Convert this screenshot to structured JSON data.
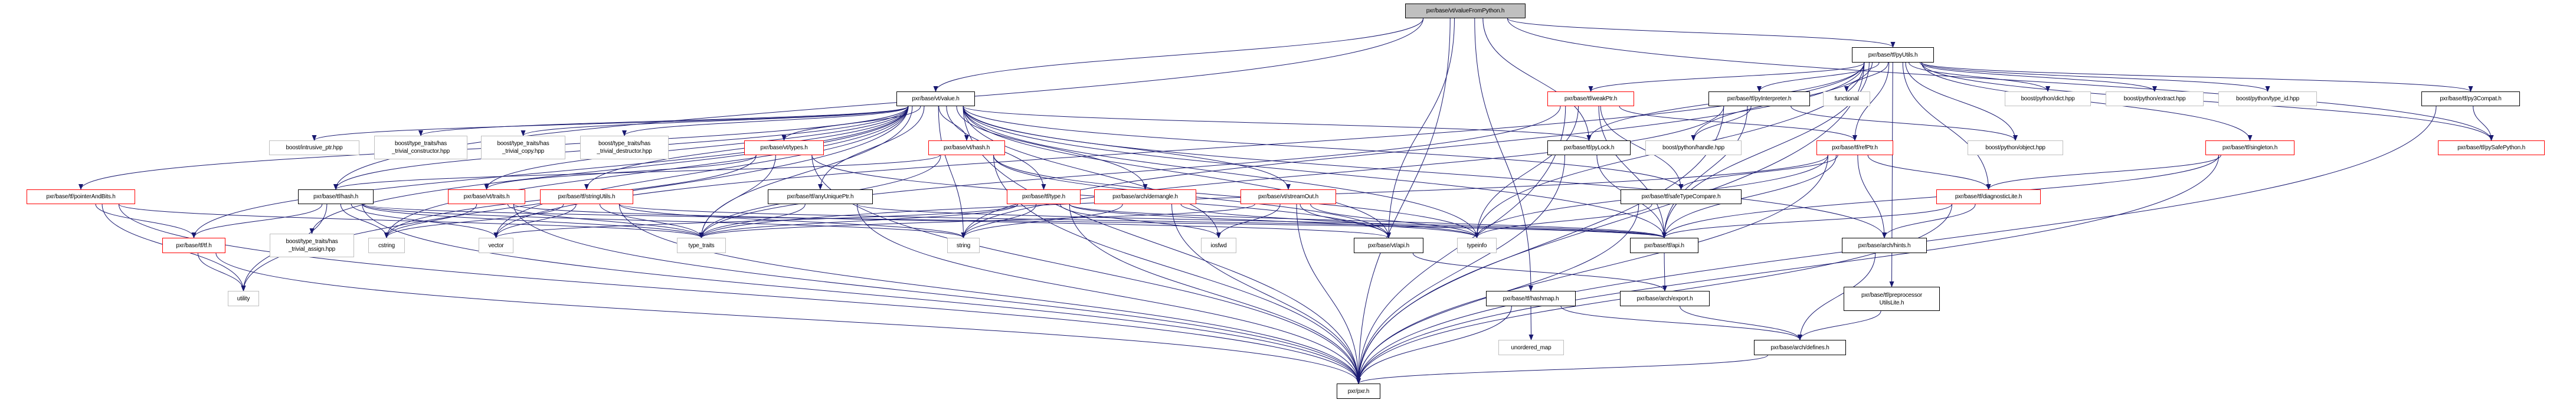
{
  "graph": {
    "edge_color": "#191970",
    "nodes": [
      {
        "id": "root",
        "label": "pxr/base/vt/valueFromPython.h",
        "style": "root"
      },
      {
        "id": "value",
        "label": "pxr/base/vt/value.h",
        "style": "black"
      },
      {
        "id": "pyUtils",
        "label": "pxr/base/tf/pyUtils.h",
        "style": "black"
      },
      {
        "id": "weakPtr",
        "label": "pxr/base/tf/weakPtr.h",
        "style": "red"
      },
      {
        "id": "pyInterpreter",
        "label": "pxr/base/tf/pyInterpreter.h",
        "style": "black"
      },
      {
        "id": "functional",
        "label": "functional",
        "style": "sys"
      },
      {
        "id": "dict",
        "label": "boost/python/dict.hpp",
        "style": "sys"
      },
      {
        "id": "extract",
        "label": "boost/python/extract.hpp",
        "style": "sys"
      },
      {
        "id": "typeid",
        "label": "boost/python/type_id.hpp",
        "style": "sys"
      },
      {
        "id": "py3Compat",
        "label": "pxr/base/tf/py3Compat.h",
        "style": "black"
      },
      {
        "id": "intrusive",
        "label": "boost/intrusive_ptr.hpp",
        "style": "sys"
      },
      {
        "id": "htctor",
        "label": "boost/type_traits/has\n_trivial_constructor.hpp",
        "style": "sys"
      },
      {
        "id": "htcopy",
        "label": "boost/type_traits/has\n_trivial_copy.hpp",
        "style": "sys"
      },
      {
        "id": "htdtor",
        "label": "boost/type_traits/has\n_trivial_destructor.hpp",
        "style": "sys"
      },
      {
        "id": "vtTypes",
        "label": "pxr/base/vt/types.h",
        "style": "red"
      },
      {
        "id": "vtHash",
        "label": "pxr/base/vt/hash.h",
        "style": "red"
      },
      {
        "id": "pyLock",
        "label": "pxr/base/tf/pyLock.h",
        "style": "black"
      },
      {
        "id": "handle",
        "label": "boost/python/handle.hpp",
        "style": "sys"
      },
      {
        "id": "refPtr",
        "label": "pxr/base/tf/refPtr.h",
        "style": "red"
      },
      {
        "id": "object",
        "label": "boost/python/object.hpp",
        "style": "sys"
      },
      {
        "id": "singleton",
        "label": "pxr/base/tf/singleton.h",
        "style": "red"
      },
      {
        "id": "pySafePython",
        "label": "pxr/base/tf/pySafePython.h",
        "style": "red"
      },
      {
        "id": "pointerAndBits",
        "label": "pxr/base/tf/pointerAndBits.h",
        "style": "red"
      },
      {
        "id": "tfHash",
        "label": "pxr/base/tf/hash.h",
        "style": "black"
      },
      {
        "id": "vtTraits",
        "label": "pxr/base/vt/traits.h",
        "style": "red"
      },
      {
        "id": "stringUtils",
        "label": "pxr/base/tf/stringUtils.h",
        "style": "red"
      },
      {
        "id": "anyUniquePtr",
        "label": "pxr/base/tf/anyUniquePtr.h",
        "style": "black"
      },
      {
        "id": "tfType",
        "label": "pxr/base/tf/type.h",
        "style": "red"
      },
      {
        "id": "demangle",
        "label": "pxr/base/arch/demangle.h",
        "style": "red"
      },
      {
        "id": "streamOut",
        "label": "pxr/base/vt/streamOut.h",
        "style": "red"
      },
      {
        "id": "safeTypeCompare",
        "label": "pxr/base/tf/safeTypeCompare.h",
        "style": "black"
      },
      {
        "id": "diagnosticLite",
        "label": "pxr/base/tf/diagnosticLite.h",
        "style": "red"
      },
      {
        "id": "tf",
        "label": "pxr/base/tf/tf.h",
        "style": "red"
      },
      {
        "id": "htassign",
        "label": "boost/type_traits/has\n_trivial_assign.hpp",
        "style": "sys"
      },
      {
        "id": "cstring",
        "label": "cstring",
        "style": "sys"
      },
      {
        "id": "vector",
        "label": "vector",
        "style": "sys"
      },
      {
        "id": "typeTraits",
        "label": "type_traits",
        "style": "sys"
      },
      {
        "id": "string",
        "label": "string",
        "style": "sys"
      },
      {
        "id": "iosfwd",
        "label": "iosfwd",
        "style": "sys"
      },
      {
        "id": "vtApi",
        "label": "pxr/base/vt/api.h",
        "style": "black"
      },
      {
        "id": "typeinfo",
        "label": "typeinfo",
        "style": "sys"
      },
      {
        "id": "tfApi",
        "label": "pxr/base/tf/api.h",
        "style": "black"
      },
      {
        "id": "hints",
        "label": "pxr/base/arch/hints.h",
        "style": "black"
      },
      {
        "id": "utility",
        "label": "utility",
        "style": "sys"
      },
      {
        "id": "hashmap",
        "label": "pxr/base/tf/hashmap.h",
        "style": "black"
      },
      {
        "id": "export",
        "label": "pxr/base/arch/export.h",
        "style": "black"
      },
      {
        "id": "ppUtilsLite",
        "label": "pxr/base/tf/preprocessor\nUtilsLite.h",
        "style": "black"
      },
      {
        "id": "unorderedMap",
        "label": "unordered_map",
        "style": "sys"
      },
      {
        "id": "defines",
        "label": "pxr/base/arch/defines.h",
        "style": "black"
      },
      {
        "id": "pxr",
        "label": "pxr/pxr.h",
        "style": "black"
      }
    ],
    "edges": [
      [
        "root",
        "value"
      ],
      [
        "root",
        "pyUtils"
      ],
      [
        "root",
        "tfHash"
      ],
      [
        "root",
        "pyLock"
      ],
      [
        "root",
        "hashmap"
      ],
      [
        "root",
        "pxr"
      ],
      [
        "root",
        "pySafePython"
      ],
      [
        "root",
        "vtApi"
      ],
      [
        "value",
        "intrusive"
      ],
      [
        "value",
        "htctor"
      ],
      [
        "value",
        "htcopy"
      ],
      [
        "value",
        "htdtor"
      ],
      [
        "value",
        "htassign"
      ],
      [
        "value",
        "vtTypes"
      ],
      [
        "value",
        "vtHash"
      ],
      [
        "value",
        "anyUniquePtr"
      ],
      [
        "value",
        "tfType"
      ],
      [
        "value",
        "demangle"
      ],
      [
        "value",
        "streamOut"
      ],
      [
        "value",
        "pyLock"
      ],
      [
        "value",
        "safeTypeCompare"
      ],
      [
        "value",
        "tfHash"
      ],
      [
        "value",
        "pointerAndBits"
      ],
      [
        "value",
        "tf"
      ],
      [
        "value",
        "vtTraits"
      ],
      [
        "value",
        "stringUtils"
      ],
      [
        "value",
        "typeTraits"
      ],
      [
        "value",
        "string"
      ],
      [
        "value",
        "iosfwd"
      ],
      [
        "value",
        "typeinfo"
      ],
      [
        "value",
        "vtApi"
      ],
      [
        "value",
        "tfApi"
      ],
      [
        "value",
        "pxr"
      ],
      [
        "value",
        "utility"
      ],
      [
        "value",
        "vector"
      ],
      [
        "value",
        "cstring"
      ],
      [
        "value",
        "hints"
      ],
      [
        "pyUtils",
        "functional"
      ],
      [
        "pyUtils",
        "dict"
      ],
      [
        "pyUtils",
        "extract"
      ],
      [
        "pyUtils",
        "typeid"
      ],
      [
        "pyUtils",
        "py3Compat"
      ],
      [
        "pyUtils",
        "refPtr"
      ],
      [
        "pyUtils",
        "object"
      ],
      [
        "pyUtils",
        "singleton"
      ],
      [
        "pyUtils",
        "diagnosticLite"
      ],
      [
        "pyUtils",
        "weakPtr"
      ],
      [
        "pyUtils",
        "pyInterpreter"
      ],
      [
        "pyUtils",
        "pyLock"
      ],
      [
        "pyUtils",
        "handle"
      ],
      [
        "pyUtils",
        "tfApi"
      ],
      [
        "pyUtils",
        "typeinfo"
      ],
      [
        "pyUtils",
        "string"
      ],
      [
        "pyUtils",
        "vector"
      ],
      [
        "pyUtils",
        "ppUtilsLite"
      ],
      [
        "pyUtils",
        "pxr"
      ],
      [
        "pyUtils",
        "pySafePython"
      ],
      [
        "weakPtr",
        "refPtr"
      ],
      [
        "weakPtr",
        "tfApi"
      ],
      [
        "weakPtr",
        "typeinfo"
      ],
      [
        "weakPtr",
        "typeTraits"
      ],
      [
        "weakPtr",
        "pxr"
      ],
      [
        "weakPtr",
        "safeTypeCompare"
      ],
      [
        "pyInterpreter",
        "handle"
      ],
      [
        "pyInterpreter",
        "object"
      ],
      [
        "pyInterpreter",
        "string"
      ],
      [
        "pyInterpreter",
        "tfApi"
      ],
      [
        "pyInterpreter",
        "pxr"
      ],
      [
        "refPtr",
        "diagnosticLite"
      ],
      [
        "refPtr",
        "safeTypeCompare"
      ],
      [
        "refPtr",
        "tfApi"
      ],
      [
        "refPtr",
        "hints"
      ],
      [
        "refPtr",
        "typeinfo"
      ],
      [
        "refPtr",
        "typeTraits"
      ],
      [
        "refPtr",
        "pxr"
      ],
      [
        "py3Compat",
        "pySafePython"
      ],
      [
        "py3Compat",
        "pxr"
      ],
      [
        "singleton",
        "diagnosticLite"
      ],
      [
        "singleton",
        "tfApi"
      ],
      [
        "singleton",
        "pxr"
      ],
      [
        "diagnosticLite",
        "tfApi"
      ],
      [
        "diagnosticLite",
        "hints"
      ],
      [
        "diagnosticLite",
        "pxr"
      ],
      [
        "pyLock",
        "pxr"
      ],
      [
        "pyLock",
        "tfApi"
      ],
      [
        "safeTypeCompare",
        "typeinfo"
      ],
      [
        "safeTypeCompare",
        "pxr"
      ],
      [
        "vtTypes",
        "vtApi"
      ],
      [
        "vtTypes",
        "vtTraits"
      ],
      [
        "vtTypes",
        "typeTraits"
      ],
      [
        "vtTypes",
        "pxr"
      ],
      [
        "vtTypes",
        "cstring"
      ],
      [
        "vtHash",
        "tfHash"
      ],
      [
        "vtHash",
        "vtApi"
      ],
      [
        "vtHash",
        "typeinfo"
      ],
      [
        "vtHash",
        "typeTraits"
      ],
      [
        "vtHash",
        "pxr"
      ],
      [
        "tfHash",
        "tf"
      ],
      [
        "tfHash",
        "utility"
      ],
      [
        "tfHash",
        "vector"
      ],
      [
        "tfHash",
        "string"
      ],
      [
        "tfHash",
        "cstring"
      ],
      [
        "tfHash",
        "typeTraits"
      ],
      [
        "tfHash",
        "pxr"
      ],
      [
        "tfHash",
        "tfApi"
      ],
      [
        "pointerAndBits",
        "tf"
      ],
      [
        "pointerAndBits",
        "utility"
      ],
      [
        "pointerAndBits",
        "typeTraits"
      ],
      [
        "pointerAndBits",
        "pxr"
      ],
      [
        "vtTraits",
        "typeTraits"
      ],
      [
        "vtTraits",
        "vtApi"
      ],
      [
        "vtTraits",
        "pxr"
      ],
      [
        "vtTraits",
        "cstring"
      ],
      [
        "stringUtils",
        "cstring"
      ],
      [
        "stringUtils",
        "vector"
      ],
      [
        "stringUtils",
        "string"
      ],
      [
        "stringUtils",
        "typeTraits"
      ],
      [
        "stringUtils",
        "tfApi"
      ],
      [
        "stringUtils",
        "pxr"
      ],
      [
        "anyUniquePtr",
        "typeTraits"
      ],
      [
        "anyUniquePtr",
        "tfApi"
      ],
      [
        "anyUniquePtr",
        "pxr"
      ],
      [
        "tfType",
        "typeinfo"
      ],
      [
        "tfType",
        "vector"
      ],
      [
        "tfType",
        "string"
      ],
      [
        "tfType",
        "typeTraits"
      ],
      [
        "tfType",
        "iosfwd"
      ],
      [
        "tfType",
        "tfApi"
      ],
      [
        "tfType",
        "pxr"
      ],
      [
        "demangle",
        "string"
      ],
      [
        "demangle",
        "typeinfo"
      ],
      [
        "demangle",
        "pxr"
      ],
      [
        "streamOut",
        "iosfwd"
      ],
      [
        "streamOut",
        "vtApi"
      ],
      [
        "streamOut",
        "typeinfo"
      ],
      [
        "streamOut",
        "typeTraits"
      ],
      [
        "streamOut",
        "pxr"
      ],
      [
        "tf",
        "utility"
      ],
      [
        "tf",
        "pxr"
      ],
      [
        "vtApi",
        "export"
      ],
      [
        "tfApi",
        "export"
      ],
      [
        "hashmap",
        "unorderedMap"
      ],
      [
        "hashmap",
        "defines"
      ],
      [
        "hashmap",
        "pxr"
      ],
      [
        "export",
        "defines"
      ],
      [
        "defines",
        "pxr"
      ],
      [
        "hints",
        "defines"
      ],
      [
        "ppUtilsLite",
        "defines"
      ]
    ]
  }
}
